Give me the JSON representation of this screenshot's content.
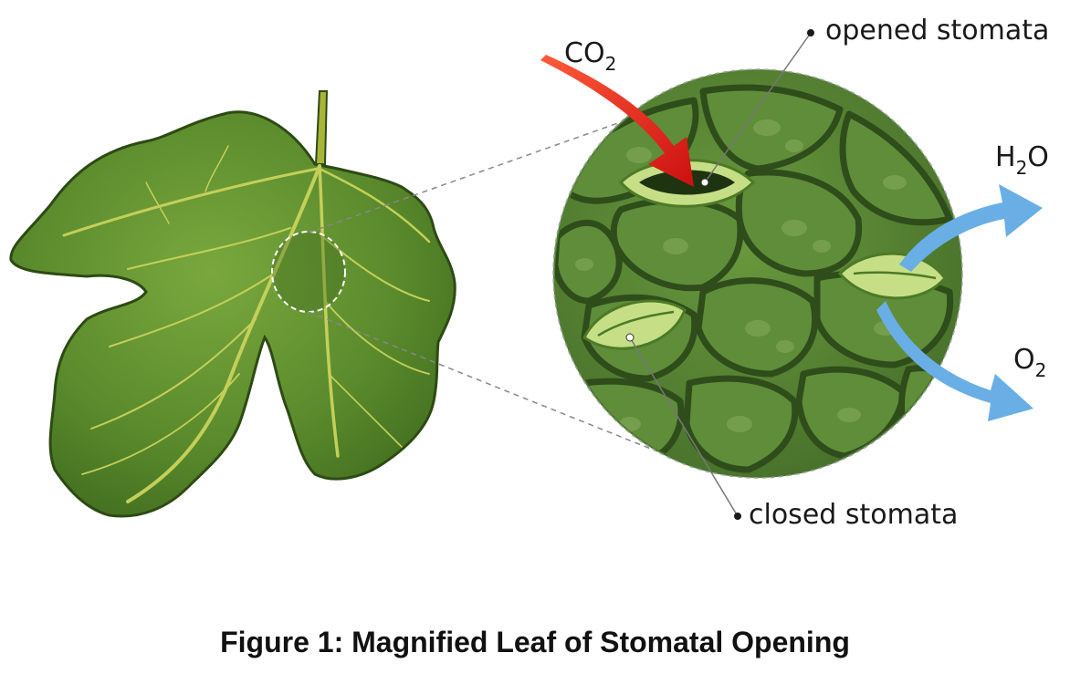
{
  "figure": {
    "caption": "Figure 1: Magnified Leaf of Stomatal Opening"
  },
  "labels": {
    "opened_stomata": "opened stomata",
    "closed_stomata": "closed stomata",
    "co2_main": "CO",
    "co2_sub": "2",
    "h2o_pre": "H",
    "h2o_sub": "2",
    "h2o_post": "O",
    "o2_main": "O",
    "o2_sub": "2"
  },
  "colors": {
    "leaf": "#5a8a2c",
    "leaf_vein": "#c4cf5a",
    "leaf_outline": "#2e4a14",
    "magnified_cells": "#557f35",
    "cell_wall": "#2f4d1b",
    "guard_cell": "#c6df86",
    "co2_arrow": "#e41e1e",
    "flow_arrow": "#6aaee6"
  }
}
